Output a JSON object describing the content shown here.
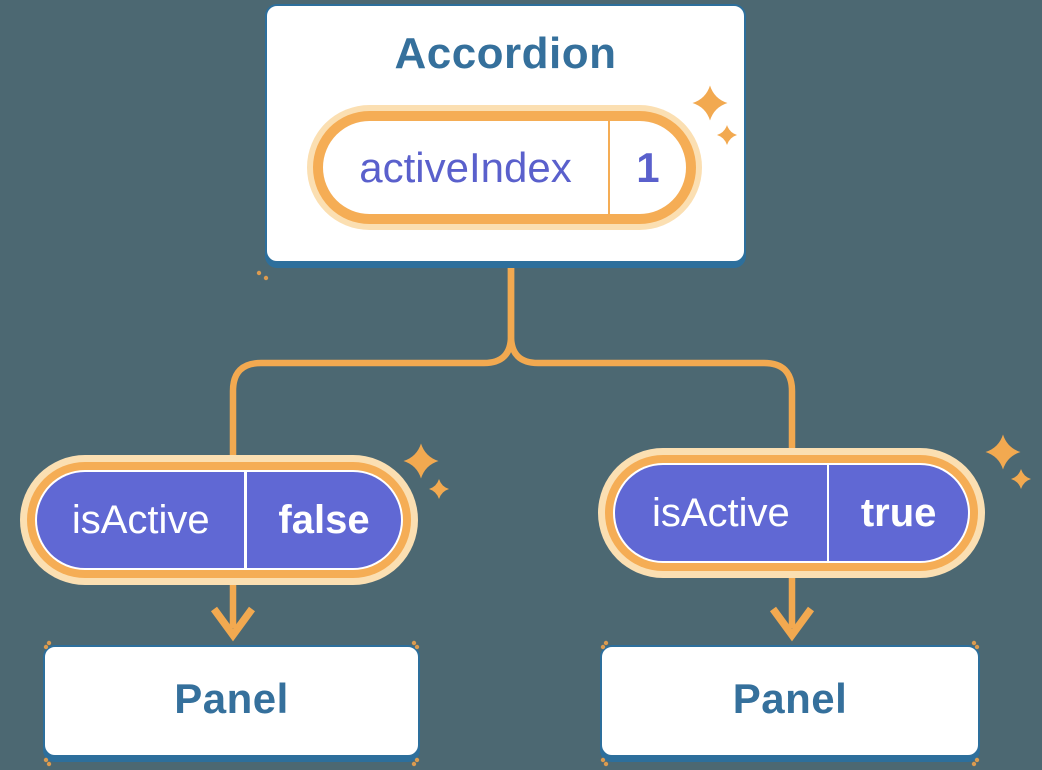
{
  "colors": {
    "background": "#4C6872",
    "card_border": "#2D6F9C",
    "heading_text": "#35709C",
    "connector_orange": "#F2A950",
    "ring_orange": "#F5AD55",
    "glow_cream": "#FBDFB2",
    "pill_purple": "#6068D4",
    "pill_purple_text": "#5A60CC",
    "pill_text_white": "#FFFFFF"
  },
  "accordion": {
    "title": "Accordion",
    "state": {
      "name": "activeIndex",
      "value": "1"
    }
  },
  "children": {
    "left": {
      "prop_name": "isActive",
      "prop_value": "false",
      "panel_title": "Panel"
    },
    "right": {
      "prop_name": "isActive",
      "prop_value": "true",
      "panel_title": "Panel"
    }
  }
}
